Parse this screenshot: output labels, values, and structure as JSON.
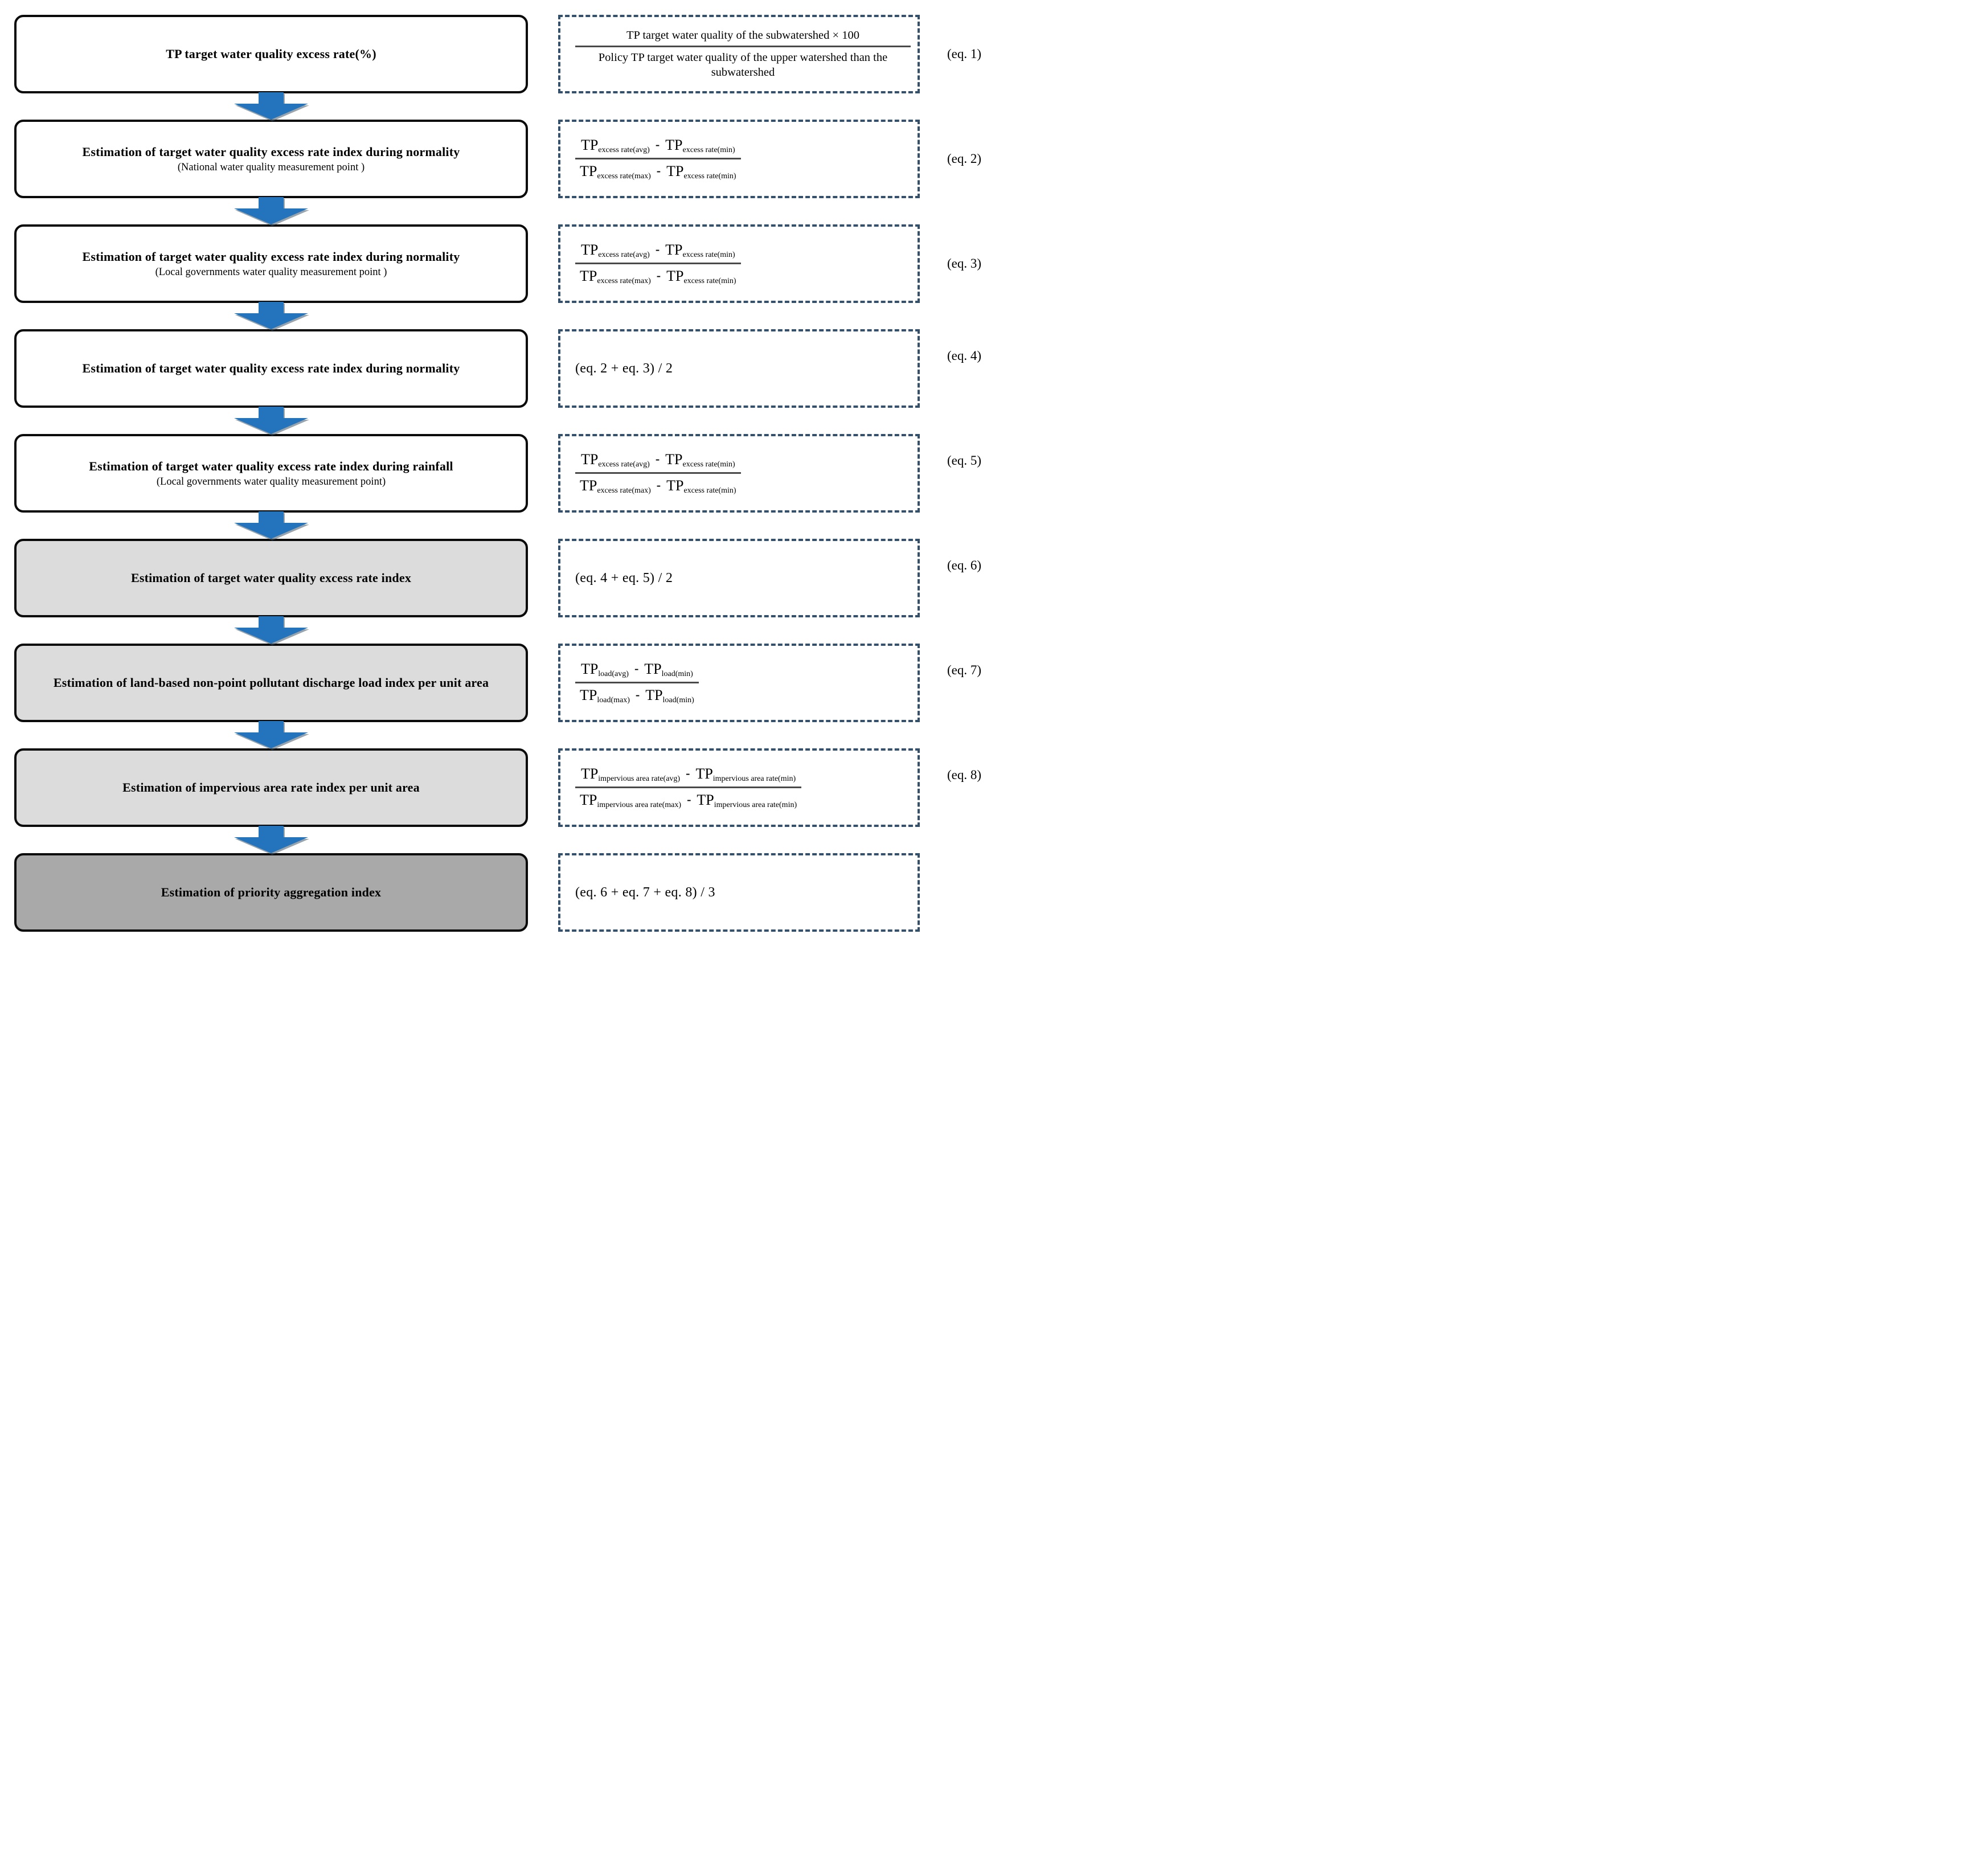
{
  "colors": {
    "arrow_blue": "#2374bd",
    "dashed_border": "#35506b",
    "box_border": "#0a0a0a",
    "box_fill_white": "#ffffff",
    "box_fill_light": "#dcdcdc",
    "box_fill_dark": "#a9a9a9",
    "fraction_line": "#4a4a4a"
  },
  "flow": {
    "rows": [
      {
        "box": {
          "title": "TP target water quality excess rate(%)",
          "sub": "",
          "fill": "#ffffff"
        },
        "equation": {
          "type": "fraction_text",
          "numerator": "TP target water quality of the subwatershed × 100",
          "denominator": "Policy TP target water quality of the upper watershed than the subwatershed"
        },
        "label": "(eq. 1)"
      },
      {
        "box": {
          "title": "Estimation of target water quality excess rate index during normality",
          "sub": "(National water quality measurement point )",
          "fill": "#ffffff"
        },
        "equation": {
          "type": "fraction_terms",
          "numerator": [
            {
              "base": "TP",
              "sub": "excess rate(avg)"
            },
            {
              "op": "-"
            },
            {
              "base": "TP",
              "sub": "excess rate(min)"
            }
          ],
          "denominator": [
            {
              "base": "TP",
              "sub": "excess rate(max)"
            },
            {
              "op": "-"
            },
            {
              "base": "TP",
              "sub": "excess rate(min)"
            }
          ]
        },
        "label": "(eq. 2)"
      },
      {
        "box": {
          "title": "Estimation of target water quality excess rate index during normality",
          "sub": "(Local governments water quality measurement point )",
          "fill": "#ffffff"
        },
        "equation": {
          "type": "fraction_terms",
          "numerator": [
            {
              "base": "TP",
              "sub": "excess rate(avg)"
            },
            {
              "op": "-"
            },
            {
              "base": "TP",
              "sub": "excess rate(min)"
            }
          ],
          "denominator": [
            {
              "base": "TP",
              "sub": "excess rate(max)"
            },
            {
              "op": "-"
            },
            {
              "base": "TP",
              "sub": "excess rate(min)"
            }
          ]
        },
        "label": "(eq. 3)"
      },
      {
        "box": {
          "title": "Estimation of target water quality excess rate index during normality",
          "sub": "",
          "fill": "#ffffff"
        },
        "equation": {
          "type": "text",
          "text": "(eq. 2 + eq. 3) / 2"
        },
        "label": "(eq. 4)"
      },
      {
        "box": {
          "title": "Estimation of target water quality excess rate index during rainfall",
          "sub": "(Local governments water quality measurement point)",
          "fill": "#ffffff"
        },
        "equation": {
          "type": "fraction_terms",
          "numerator": [
            {
              "base": "TP",
              "sub": "excess rate(avg)"
            },
            {
              "op": "-"
            },
            {
              "base": "TP",
              "sub": "excess rate(min)"
            }
          ],
          "denominator": [
            {
              "base": "TP",
              "sub": "excess rate(max)"
            },
            {
              "op": "-"
            },
            {
              "base": "TP",
              "sub": "excess rate(min)"
            }
          ]
        },
        "label": "(eq. 5)"
      },
      {
        "box": {
          "title": "Estimation of target water quality excess rate index",
          "sub": "",
          "fill": "#dcdcdc"
        },
        "equation": {
          "type": "text",
          "text": "(eq. 4 + eq. 5) / 2"
        },
        "label": "(eq. 6)"
      },
      {
        "box": {
          "title": "Estimation of land-based non-point pollutant discharge load index per unit area",
          "sub": "",
          "fill": "#dcdcdc"
        },
        "equation": {
          "type": "fraction_terms",
          "numerator": [
            {
              "base": "TP",
              "sub": "load(avg)"
            },
            {
              "op": "-"
            },
            {
              "base": "TP",
              "sub": "load(min)"
            }
          ],
          "denominator": [
            {
              "base": "TP",
              "sub": "load(max)"
            },
            {
              "op": "-"
            },
            {
              "base": "TP",
              "sub": "load(min)"
            }
          ]
        },
        "label": "(eq. 7)"
      },
      {
        "box": {
          "title": "Estimation of impervious area rate index per unit area",
          "sub": "",
          "fill": "#dcdcdc"
        },
        "equation": {
          "type": "fraction_terms",
          "numerator": [
            {
              "base": "TP",
              "sub": "impervious area rate(avg)"
            },
            {
              "op": "-"
            },
            {
              "base": "TP",
              "sub": "impervious area rate(min)"
            }
          ],
          "denominator": [
            {
              "base": "TP",
              "sub": "impervious area rate(max)"
            },
            {
              "op": "-"
            },
            {
              "base": "TP",
              "sub": "impervious area rate(min)"
            }
          ]
        },
        "label": "(eq. 8)"
      },
      {
        "box": {
          "title": "Estimation of priority aggregation index",
          "sub": "",
          "fill": "#a9a9a9"
        },
        "equation": {
          "type": "text",
          "text": "(eq. 6 + eq. 7 + eq. 8) / 3"
        },
        "label": ""
      }
    ]
  }
}
